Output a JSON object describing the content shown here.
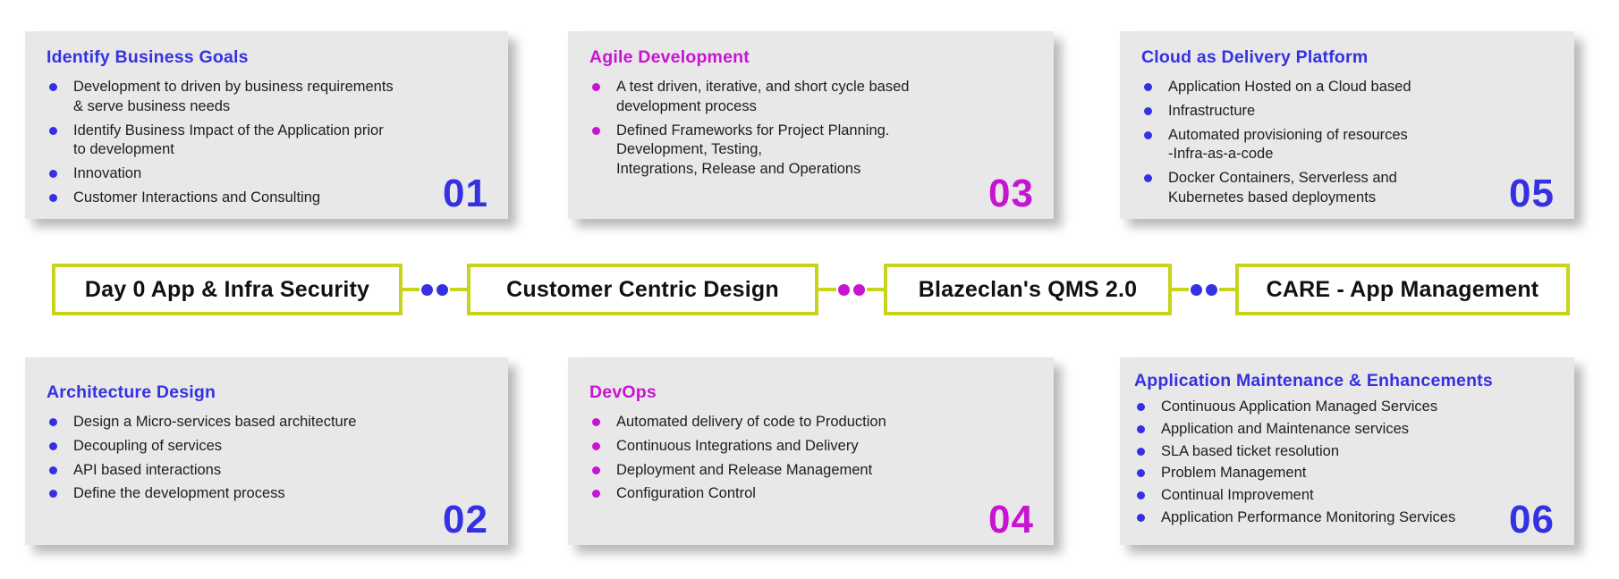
{
  "colors": {
    "blue": "#3531e3",
    "magenta": "#c713d2",
    "green": "#c8d41c",
    "cardbg": "#e9e8e8",
    "ink": "#1e1e1e"
  },
  "cards": [
    {
      "number": "01",
      "title": "Identify Business Goals",
      "theme": "blue",
      "bullets": [
        "Development to driven by business requirements\n& serve business needs",
        "Identify Business Impact of the Application prior\nto development",
        "Innovation",
        "Customer Interactions and Consulting"
      ]
    },
    {
      "number": "03",
      "title": "Agile Development",
      "theme": "magenta",
      "bullets": [
        "A test driven, iterative, and short cycle based\ndevelopment process",
        "Defined Frameworks for Project Planning.\nDevelopment, Testing,\nIntegrations, Release and Operations"
      ]
    },
    {
      "number": "05",
      "title": "Cloud as Delivery Platform",
      "theme": "blue",
      "bullets": [
        "Application Hosted on a Cloud based",
        "Infrastructure",
        "Automated provisioning of resources\n-Infra-as-a-code",
        "Docker Containers, Serverless and\nKubernetes based deployments"
      ]
    },
    {
      "number": "02",
      "title": "Architecture Design",
      "theme": "blue",
      "bullets": [
        "Design a Micro-services based architecture",
        "Decoupling of services",
        "API based interactions",
        "Define the development process"
      ]
    },
    {
      "number": "04",
      "title": "DevOps",
      "theme": "magenta",
      "bullets": [
        "Automated delivery of code to Production",
        "Continuous Integrations and Delivery",
        "Deployment and Release Management",
        "Configuration Control"
      ]
    },
    {
      "number": "06",
      "title": "Application Maintenance & Enhancements",
      "theme": "blue",
      "bullets": [
        "Continuous Application Managed Services",
        "Application and Maintenance services",
        "SLA based ticket resolution",
        "Problem Management",
        "Continual Improvement",
        "Application Performance Monitoring Services"
      ]
    }
  ],
  "pipeline": {
    "boxes": [
      {
        "label": "Day 0 App & Infra Security"
      },
      {
        "label": "Customer Centric Design"
      },
      {
        "label": "Blazeclan's QMS 2.0"
      },
      {
        "label": "CARE - App Management"
      }
    ],
    "connectors": [
      {
        "dot_color": "blue"
      },
      {
        "dot_color": "magenta"
      },
      {
        "dot_color": "blue"
      }
    ]
  }
}
